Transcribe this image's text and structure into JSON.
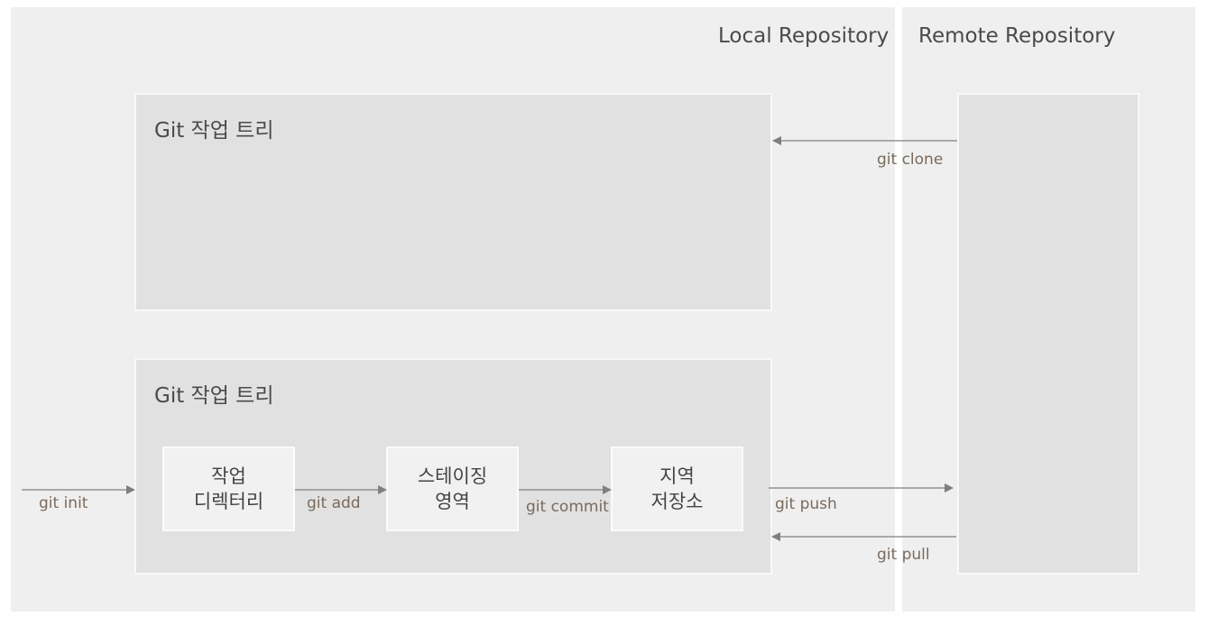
{
  "regions": {
    "local_label": "Local Repository",
    "remote_label": "Remote Repository"
  },
  "trees": {
    "upper_title": "Git 작업 트리",
    "lower_title": "Git 작업 트리"
  },
  "stages": {
    "working_dir": {
      "line1": "작업",
      "line2": "디렉터리"
    },
    "staging": {
      "line1": "스테이징",
      "line2": "영역"
    },
    "local_repo": {
      "line1": "지역",
      "line2": "저장소"
    }
  },
  "commands": {
    "clone": "git clone",
    "init": "git init",
    "add": "git add",
    "commit": "git commit",
    "push": "git push",
    "pull": "git pull"
  },
  "colors": {
    "panel_bg": "#efefef",
    "box_bg": "#e1e1e1",
    "stage_bg": "#f1f1f1",
    "arrow": "#7f7f7f",
    "command_text": "#7a6a5c"
  }
}
